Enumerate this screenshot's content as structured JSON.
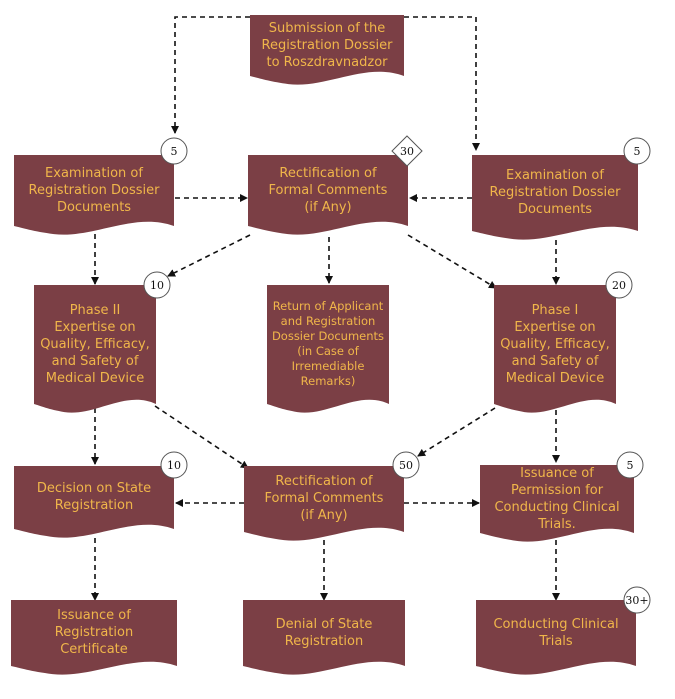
{
  "colors": {
    "node_fill": "#7b3f45",
    "node_text": "#f0b64a",
    "badge_border": "#555555",
    "edge": "#111111"
  },
  "nodes": {
    "submission": "Submission of the\nRegistration Dossier\nto Roszdravnadzor",
    "exam_left": "Examination of\nRegistration Dossier\nDocuments",
    "rect_top": "Rectification of\nFormal Comments\n(if Any)",
    "exam_right": "Examination of\nRegistration Dossier\nDocuments",
    "phase2": "Phase II\nExpertise on\nQuality, Efficacy,\nand Safety of\nMedical Device",
    "return_docs": "Return of Applicant\nand Registration\nDossier Documents\n(in Case of\nIrremediable\nRemarks)",
    "phase1": "Phase I\nExpertise on\nQuality, Efficacy,\nand Safety of\nMedical Device",
    "decision": "Decision on State\nRegistration",
    "rect_mid": "Rectification of\nFormal Comments\n(if Any)",
    "permission": "Issuance of\nPermission for\nConducting Clinical\nTrials.",
    "certificate": "Issuance of\nRegistration\nCertificate",
    "denial": "Denial of State\nRegistration",
    "trials": "Conducting Clinical\nTrials"
  },
  "badges": {
    "exam_left": "5",
    "rect_top": "30",
    "exam_right": "5",
    "phase2": "10",
    "phase1": "20",
    "decision": "10",
    "rect_mid": "50",
    "permission": "5",
    "trials": "30+"
  }
}
